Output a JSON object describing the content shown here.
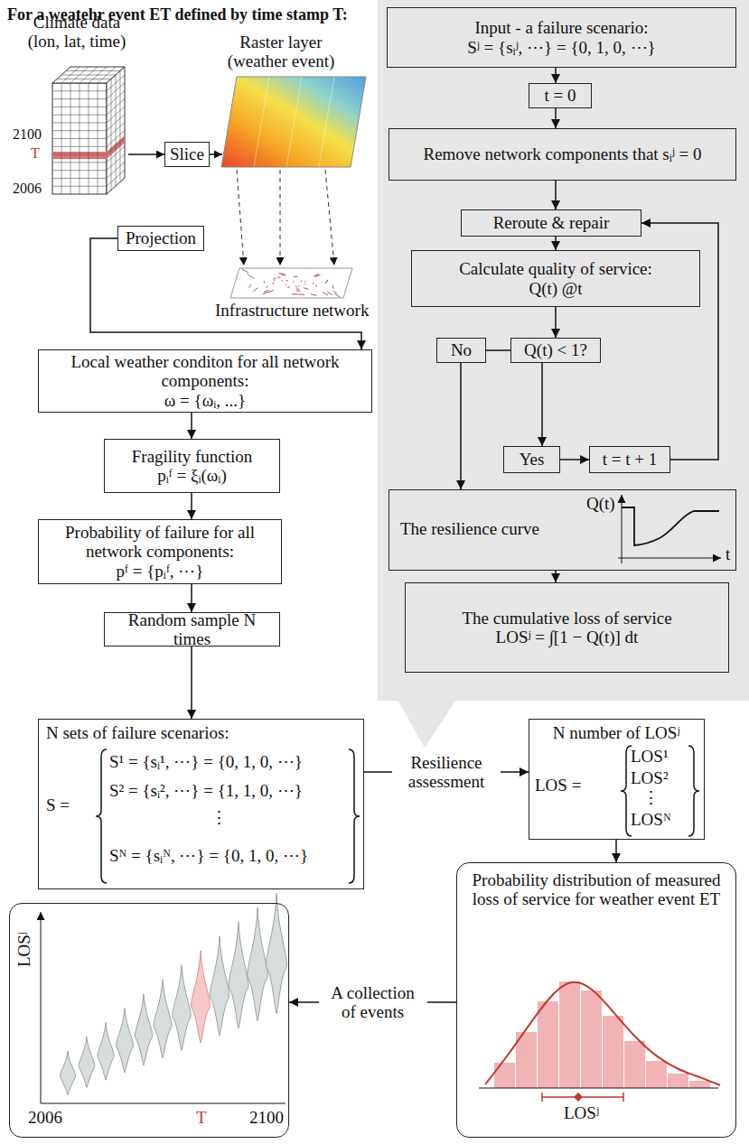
{
  "diagram": {
    "title": "For a weatehr event ET defined by time stamp T:",
    "nodes": [
      {
        "text": [
          "Slice"
        ]
      },
      {
        "text": [
          "Projection"
        ]
      },
      {
        "text": [
          "Local weather conditon for all network components:",
          "ω = {ωᵢ, ...}"
        ]
      },
      {
        "text": [
          "Fragility function",
          "pᵢᶠ = ξᵢ(ωᵢ)"
        ]
      },
      {
        "text": [
          "Probability of failure for all network components:",
          "pᶠ = {pᵢᶠ, ⋯}"
        ]
      },
      {
        "text": [
          "Random sample N times"
        ]
      },
      {
        "text": [
          "N sets of failure scenarios:",
          "S =",
          "S¹ = {sᵢ¹, ⋯} = {0, 1, 0, ⋯}",
          "S² = {sᵢ², ⋯} = {1, 1, 0, ⋯}",
          "⋮",
          "Sᴺ = {sᵢᴺ, ⋯} = {0, 1, 0, ⋯}"
        ]
      },
      {
        "text": [
          "Input - a failure scenario:",
          "Sʲ = {sᵢʲ, ⋯} = {0, 1, 0, ⋯}"
        ]
      },
      {
        "text": [
          "t = 0"
        ]
      },
      {
        "text": [
          "Remove network components that sᵢʲ = 0"
        ]
      },
      {
        "text": [
          "Reroute & repair"
        ]
      },
      {
        "text": [
          "Calculate quality of service:",
          "Q(t) @t"
        ]
      },
      {
        "text": [
          "Q(t) < 1?"
        ]
      },
      {
        "text": [
          "No"
        ]
      },
      {
        "text": [
          "Yes"
        ]
      },
      {
        "text": [
          "t = t + 1"
        ]
      },
      {
        "text": [
          "The resilience curve",
          "Q(t)",
          "t"
        ]
      },
      {
        "text": [
          "The cumulative loss of service",
          "LOSʲ = ∫[1 − Q(t)] dt"
        ]
      },
      {
        "text": [
          "N number of LOSʲ",
          "LOS =",
          "LOS¹",
          "LOS²",
          "⋮",
          "LOSᴺ"
        ]
      },
      {
        "text": [
          "Probability distribution of measured loss of service for weather event ET",
          "LOSʲ"
        ]
      },
      {
        "text": [
          "LOSʲ",
          "2006",
          "T",
          "2100"
        ]
      }
    ],
    "edges": [
      {
        "from": 1,
        "to": 2,
        "arrow": "to"
      },
      {
        "from": 2,
        "to": 3,
        "arrow": "to"
      },
      {
        "from": 3,
        "to": 4,
        "arrow": "to"
      },
      {
        "from": 4,
        "to": 5,
        "arrow": "to"
      },
      {
        "from": 5,
        "to": 6,
        "arrow": "to"
      },
      {
        "from": 6,
        "to": 18,
        "label": "Resilience assessment",
        "arrow": "to"
      },
      {
        "from": 7,
        "to": 8,
        "arrow": "to"
      },
      {
        "from": 8,
        "to": 9,
        "arrow": "to"
      },
      {
        "from": 9,
        "to": 10,
        "arrow": "to"
      },
      {
        "from": 10,
        "to": 11,
        "arrow": "to"
      },
      {
        "from": 11,
        "to": 12,
        "arrow": "to"
      },
      {
        "from": 12,
        "to": 13,
        "arrow": "none"
      },
      {
        "from": 12,
        "to": 14,
        "arrow": "to"
      },
      {
        "from": 14,
        "to": 15,
        "arrow": "to"
      },
      {
        "from": 15,
        "to": 10,
        "arrow": "to"
      },
      {
        "from": 13,
        "to": 16,
        "arrow": "to"
      },
      {
        "from": 16,
        "to": 17,
        "arrow": "to"
      },
      {
        "from": 18,
        "to": 19,
        "arrow": "to"
      },
      {
        "from": 19,
        "to": 20,
        "label": "A collection of events",
        "arrow": "to"
      }
    ],
    "labels": [
      "Climate data (lon, lat, time)",
      "2100",
      "T",
      "2006",
      "Raster layer (weather event)",
      "Infrastructure network"
    ]
  }
}
